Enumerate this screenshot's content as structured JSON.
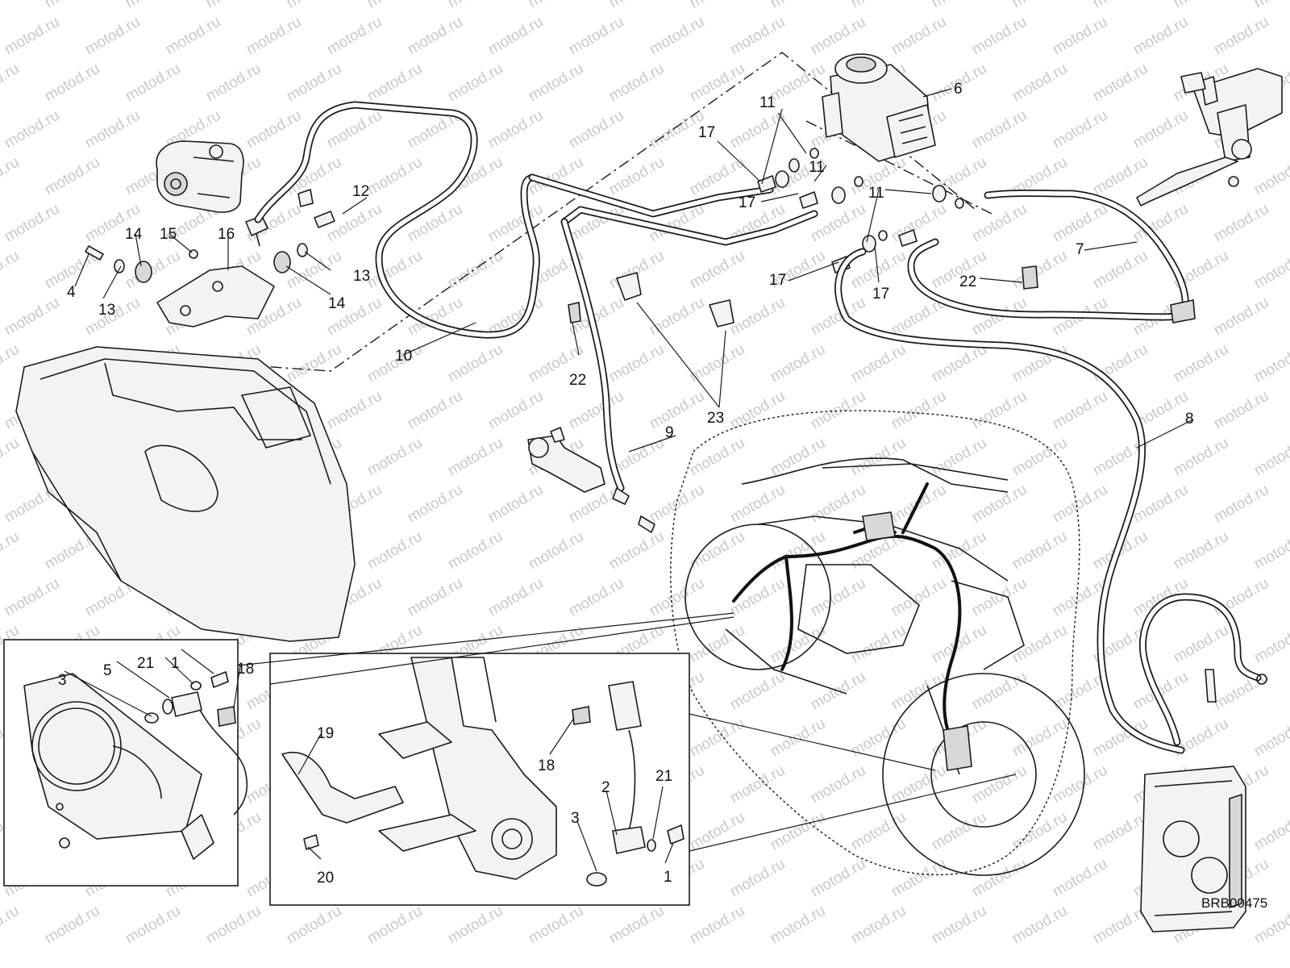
{
  "watermark": "motod.ru",
  "drawing_code": "BRB00475",
  "callouts": [
    {
      "id": "c10",
      "label": "10"
    },
    {
      "id": "c11a",
      "label": "11"
    },
    {
      "id": "c11b",
      "label": "11"
    },
    {
      "id": "c11c",
      "label": "11"
    },
    {
      "id": "c12",
      "label": "12"
    },
    {
      "id": "c13a",
      "label": "13"
    },
    {
      "id": "c13b",
      "label": "13"
    },
    {
      "id": "c14a",
      "label": "14"
    },
    {
      "id": "c14b",
      "label": "14"
    },
    {
      "id": "c15",
      "label": "15"
    },
    {
      "id": "c16",
      "label": "16"
    },
    {
      "id": "c4",
      "label": "4"
    },
    {
      "id": "c6",
      "label": "6"
    },
    {
      "id": "c7",
      "label": "7"
    },
    {
      "id": "c8",
      "label": "8"
    },
    {
      "id": "c9",
      "label": "9"
    },
    {
      "id": "c17a",
      "label": "17"
    },
    {
      "id": "c17b",
      "label": "17"
    },
    {
      "id": "c17c",
      "label": "17"
    },
    {
      "id": "c17d",
      "label": "17"
    },
    {
      "id": "c22a",
      "label": "22"
    },
    {
      "id": "c22b",
      "label": "22"
    },
    {
      "id": "c23",
      "label": "23"
    },
    {
      "id": "c1a",
      "label": "1"
    },
    {
      "id": "c5",
      "label": "5"
    },
    {
      "id": "c21a",
      "label": "21"
    },
    {
      "id": "c18a",
      "label": "18"
    },
    {
      "id": "c3a",
      "label": "3"
    },
    {
      "id": "c19",
      "label": "19"
    },
    {
      "id": "c20",
      "label": "20"
    },
    {
      "id": "c18b",
      "label": "18"
    },
    {
      "id": "c3b",
      "label": "3"
    },
    {
      "id": "c2",
      "label": "2"
    },
    {
      "id": "c21b",
      "label": "21"
    },
    {
      "id": "c1b",
      "label": "1"
    }
  ]
}
